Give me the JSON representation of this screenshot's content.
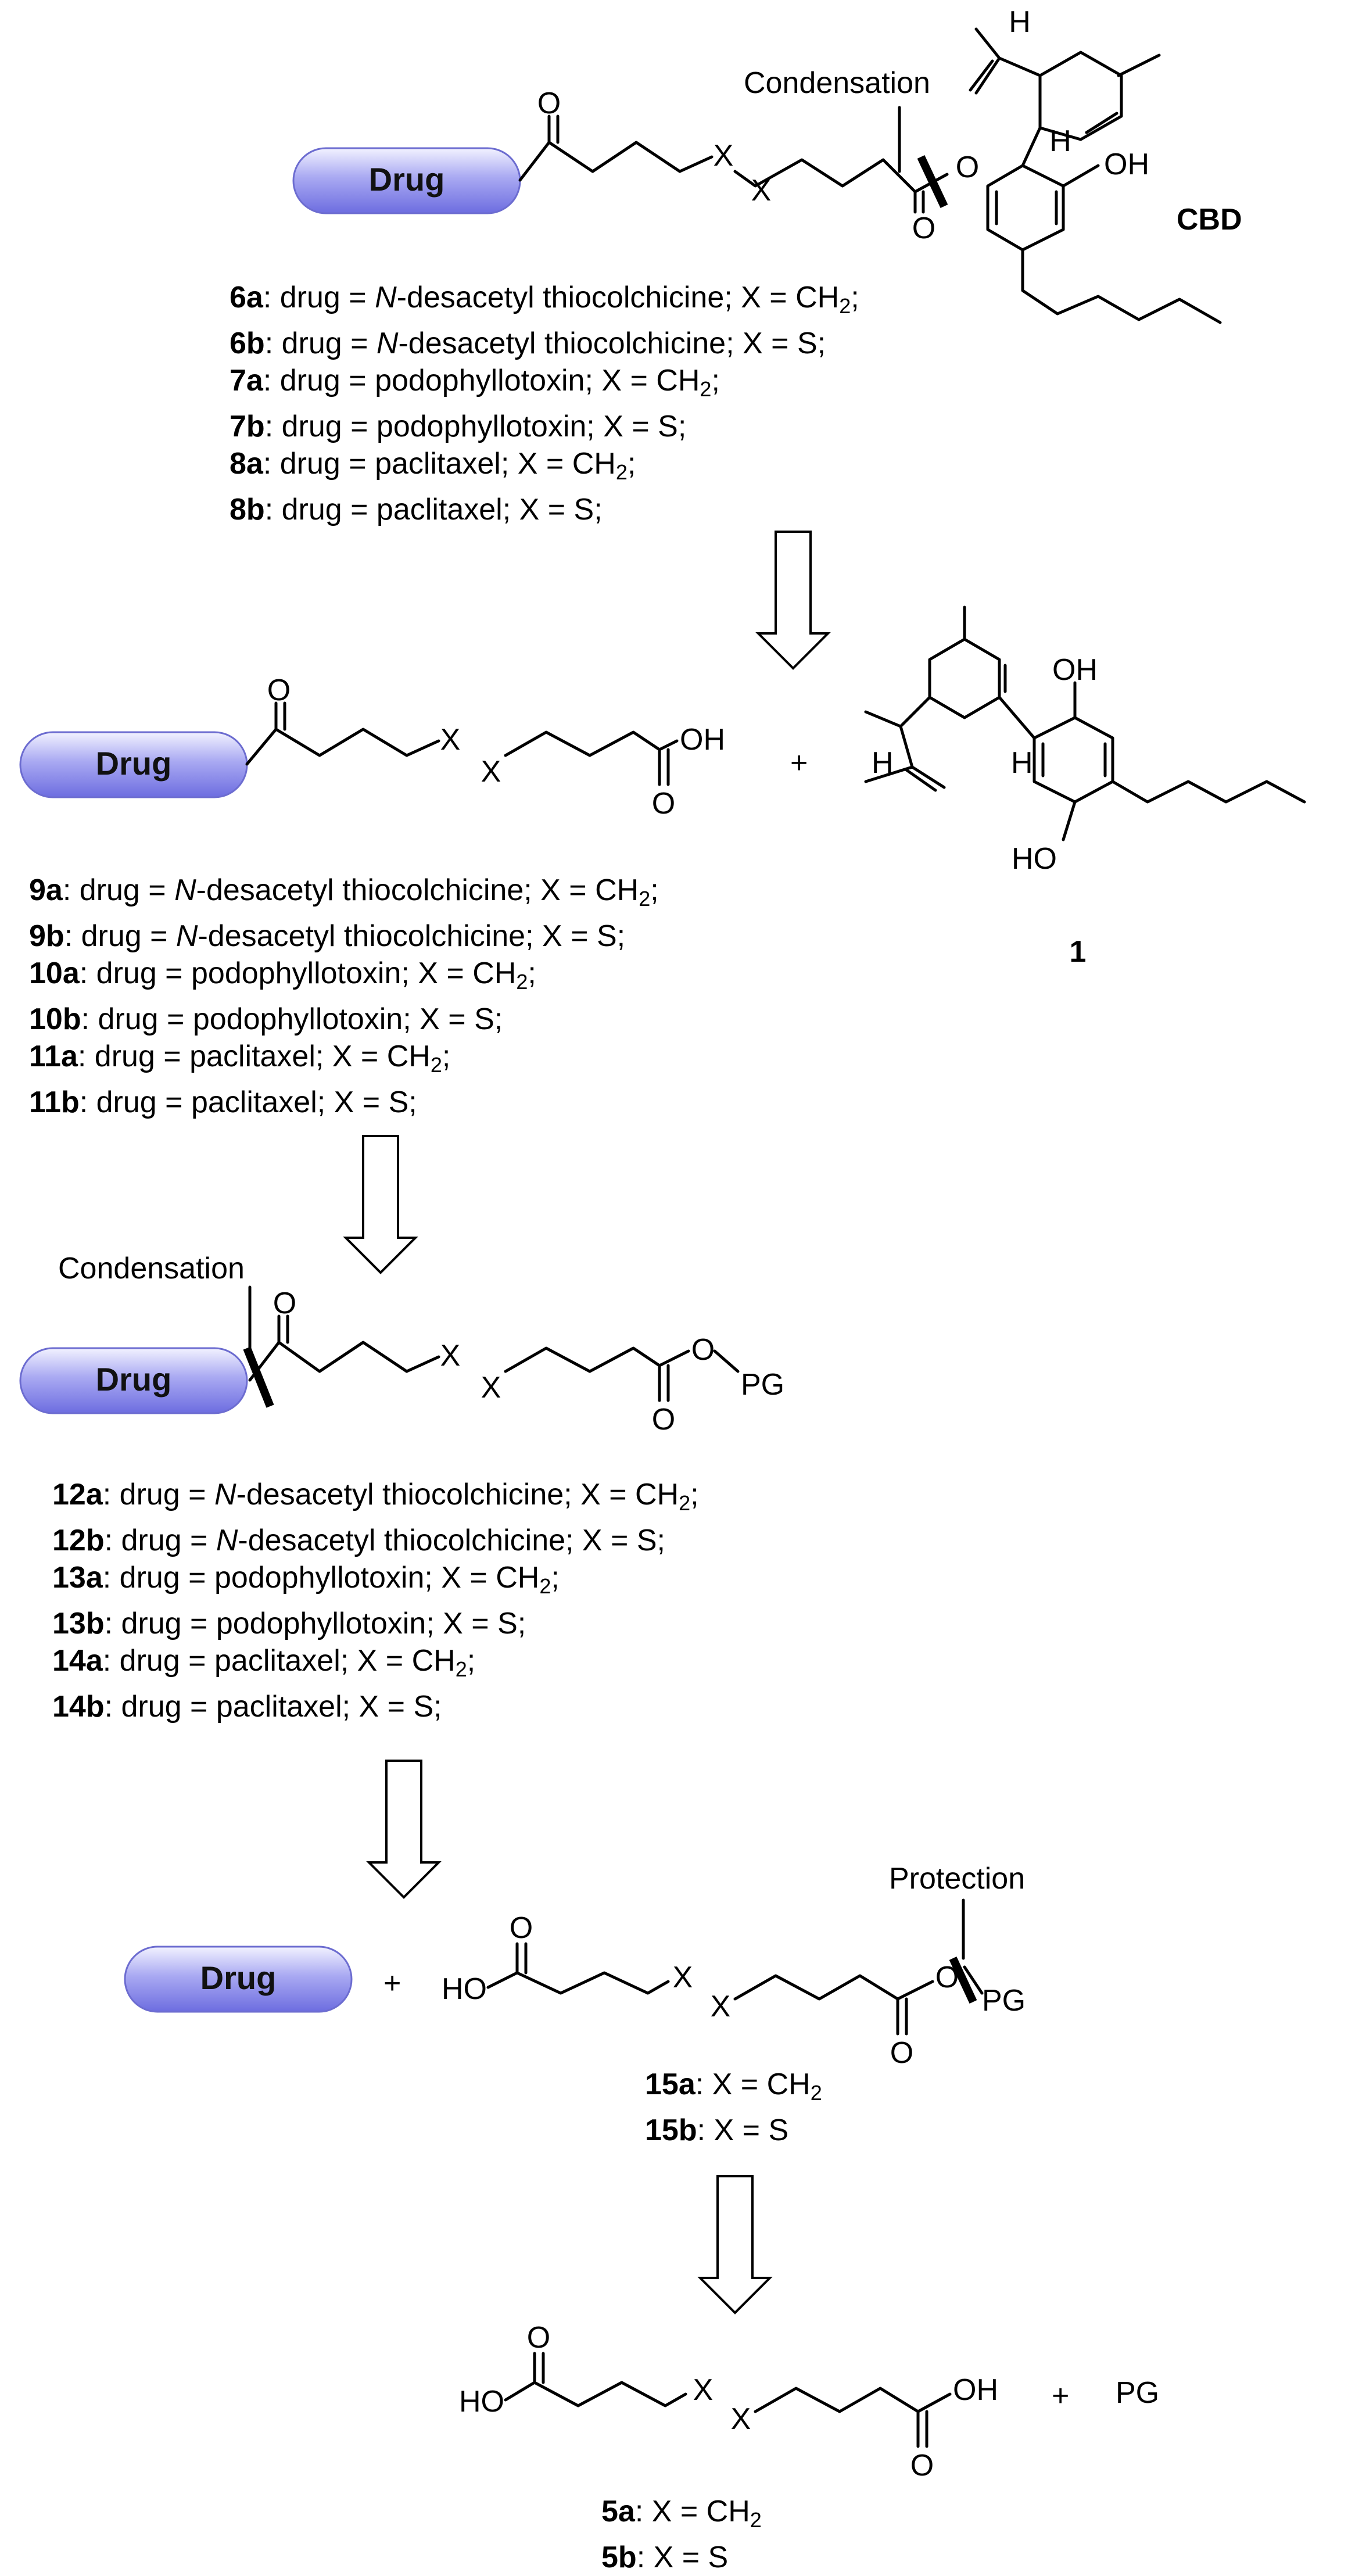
{
  "drug_label": "Drug",
  "labels": {
    "condensation": "Condensation",
    "protection": "Protection",
    "cbd": "CBD",
    "cannabidiol_number": "1",
    "plus": "+",
    "pg": "PG"
  },
  "atoms": {
    "O": "O",
    "X": "X",
    "OH": "OH",
    "HO": "HO",
    "H": "H"
  },
  "group1": [
    {
      "id": "6a",
      "drug": "N-desacetyl thiocolchicine",
      "x": "CH2"
    },
    {
      "id": "6b",
      "drug": "N-desacetyl thiocolchicine",
      "x": "S"
    },
    {
      "id": "7a",
      "drug": "podophyllotoxin",
      "x": "CH2"
    },
    {
      "id": "7b",
      "drug": "podophyllotoxin",
      "x": "S"
    },
    {
      "id": "8a",
      "drug": "paclitaxel",
      "x": "CH2"
    },
    {
      "id": "8b",
      "drug": "paclitaxel",
      "x": "S"
    }
  ],
  "group2": [
    {
      "id": "9a",
      "drug": "N-desacetyl thiocolchicine",
      "x": "CH2"
    },
    {
      "id": "9b",
      "drug": "N-desacetyl thiocolchicine",
      "x": "S"
    },
    {
      "id": "10a",
      "drug": "podophyllotoxin",
      "x": "CH2"
    },
    {
      "id": "10b",
      "drug": "podophyllotoxin",
      "x": "S"
    },
    {
      "id": "11a",
      "drug": "paclitaxel",
      "x": "CH2"
    },
    {
      "id": "11b",
      "drug": "paclitaxel",
      "x": "S"
    }
  ],
  "group3": [
    {
      "id": "12a",
      "drug": "N-desacetyl thiocolchicine",
      "x": "CH2"
    },
    {
      "id": "12b",
      "drug": "N-desacetyl thiocolchicine",
      "x": "S"
    },
    {
      "id": "13a",
      "drug": "podophyllotoxin",
      "x": "CH2"
    },
    {
      "id": "13b",
      "drug": "podophyllotoxin",
      "x": "S"
    },
    {
      "id": "14a",
      "drug": "paclitaxel",
      "x": "CH2"
    },
    {
      "id": "14b",
      "drug": "paclitaxel",
      "x": "S"
    }
  ],
  "group4": [
    {
      "id": "15a",
      "x": "CH2"
    },
    {
      "id": "15b",
      "x": "S"
    }
  ],
  "group5": [
    {
      "id": "5a",
      "x": "CH2"
    },
    {
      "id": "5b",
      "x": "S"
    }
  ]
}
